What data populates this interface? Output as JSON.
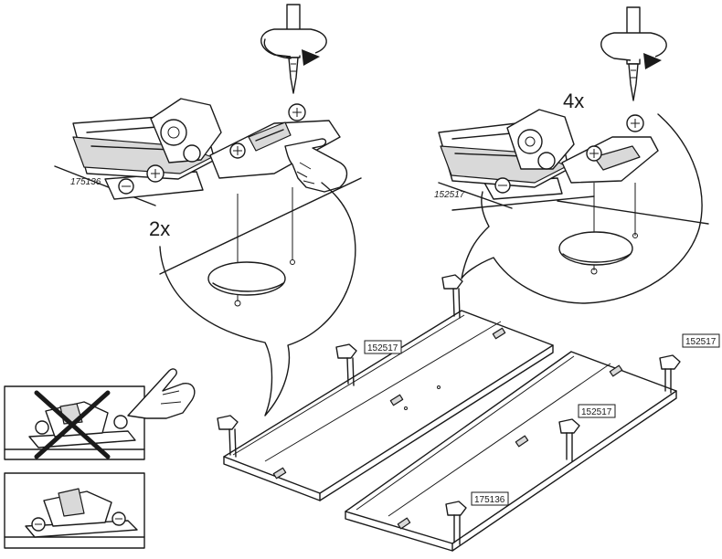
{
  "callouts": {
    "left_count": "2x",
    "right_count": "4x"
  },
  "part_numbers": {
    "left_hinge_label": "175136",
    "right_hinge_label": "152517",
    "door1_top_label": "152517",
    "door2_right_label": "152517",
    "door2_mid_label": "152517",
    "door2_bottom_label": "175136"
  },
  "icons": {
    "screwdriver": "screwdriver-icon",
    "rotation": "clockwise-arrow-icon",
    "hand": "pointing-hand-icon",
    "wrong": "cross-mark-icon"
  },
  "colors": {
    "line": "#1a1a1a",
    "background": "#ffffff",
    "shade": "#d9d9d9"
  }
}
